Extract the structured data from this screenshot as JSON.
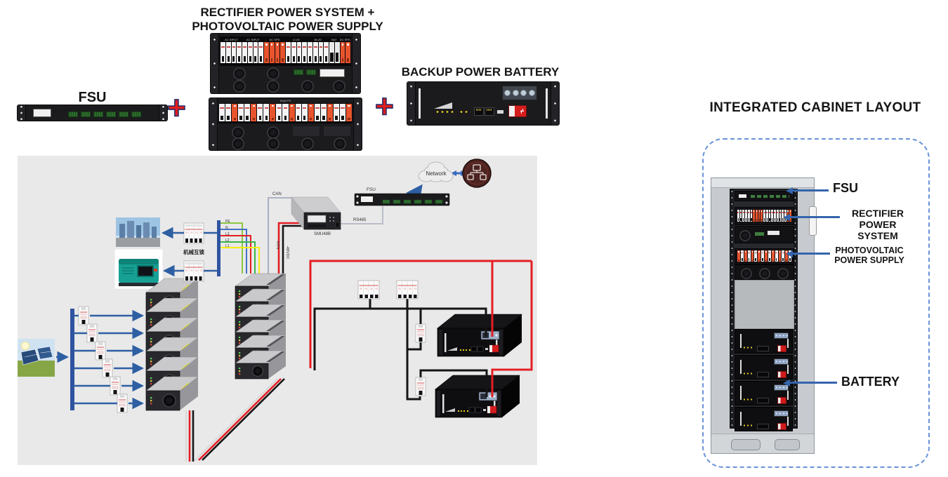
{
  "colors": {
    "arrow_blue": "#3565ad",
    "plus_red": "#e31c1c",
    "wire_red": "#e31e24",
    "panel_gray": "#e9e9e9",
    "breaker_orange": "#e8542e"
  },
  "top": {
    "fsu_label": "FSU",
    "plus": "+",
    "rectifier_title_line1": "RECTIFIER POWER SYSTEM +",
    "rectifier_title_line2": "PHOTOVOLTAIC POWER SUPPLY",
    "battery_title": "BACKUP POWER BATTERY",
    "rack1_sections": [
      "AC INPUT",
      "AC INPUT",
      "AC SPD",
      "LLVD",
      "BLVD",
      "BAT",
      "DC SPD"
    ],
    "rack1_breakers": "wwwwwwwwoooowwwwwwwwkkoo",
    "rack2_label": "Solar PV",
    "rack2_breakers": "wwowwowwowwowwowwowwo"
  },
  "cabinet": {
    "title": "INTEGRATED CABINET LAYOUT",
    "fsu_label": "FSU",
    "rectifier_label_line1": "RECTIFIER",
    "rectifier_label_line2": "POWER SYSTEM",
    "pv_label_line1": "PHOTOVOLTAIC",
    "pv_label_line2": "POWER SUPPLY",
    "battery_label": "BATTERY",
    "battery_count": 4,
    "rect_breakers": "wwwwwwoooowwwwwwwwwoo",
    "pv_breakers": "owowowowowowowow"
  },
  "diagram": {
    "network_label": "Network",
    "fsu_label": "FSU",
    "smu_label": "SMU48B",
    "can_label": "CAN",
    "rs485_label": "RS485",
    "rtn_label": "RTN",
    "dc_label": "-48VDC",
    "interlock_label": "机械互锁",
    "wire_labels": [
      "PE",
      "N",
      "L3",
      "L2",
      "L1"
    ]
  }
}
